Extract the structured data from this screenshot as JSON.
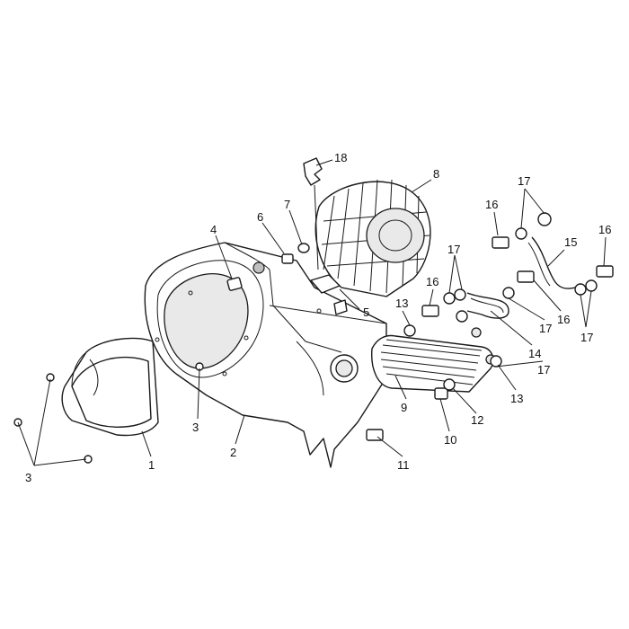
{
  "callouts": [
    {
      "id": "c1",
      "label": "1"
    },
    {
      "id": "c2",
      "label": "2"
    },
    {
      "id": "c3a",
      "label": "3"
    },
    {
      "id": "c3b",
      "label": "3"
    },
    {
      "id": "c4",
      "label": "4"
    },
    {
      "id": "c5",
      "label": "5"
    },
    {
      "id": "c6",
      "label": "6"
    },
    {
      "id": "c7",
      "label": "7"
    },
    {
      "id": "c8",
      "label": "8"
    },
    {
      "id": "c9",
      "label": "9"
    },
    {
      "id": "c10",
      "label": "10"
    },
    {
      "id": "c11",
      "label": "11"
    },
    {
      "id": "c12",
      "label": "12"
    },
    {
      "id": "c13a",
      "label": "13"
    },
    {
      "id": "c13b",
      "label": "13"
    },
    {
      "id": "c14",
      "label": "14"
    },
    {
      "id": "c15",
      "label": "15"
    },
    {
      "id": "c16a",
      "label": "16"
    },
    {
      "id": "c16b",
      "label": "16"
    },
    {
      "id": "c16c",
      "label": "16"
    },
    {
      "id": "c16d",
      "label": "16"
    },
    {
      "id": "c17a",
      "label": "17"
    },
    {
      "id": "c17b",
      "label": "17"
    },
    {
      "id": "c17c",
      "label": "17"
    },
    {
      "id": "c17d",
      "label": "17"
    },
    {
      "id": "c17e",
      "label": "17"
    },
    {
      "id": "c18",
      "label": "18"
    }
  ]
}
